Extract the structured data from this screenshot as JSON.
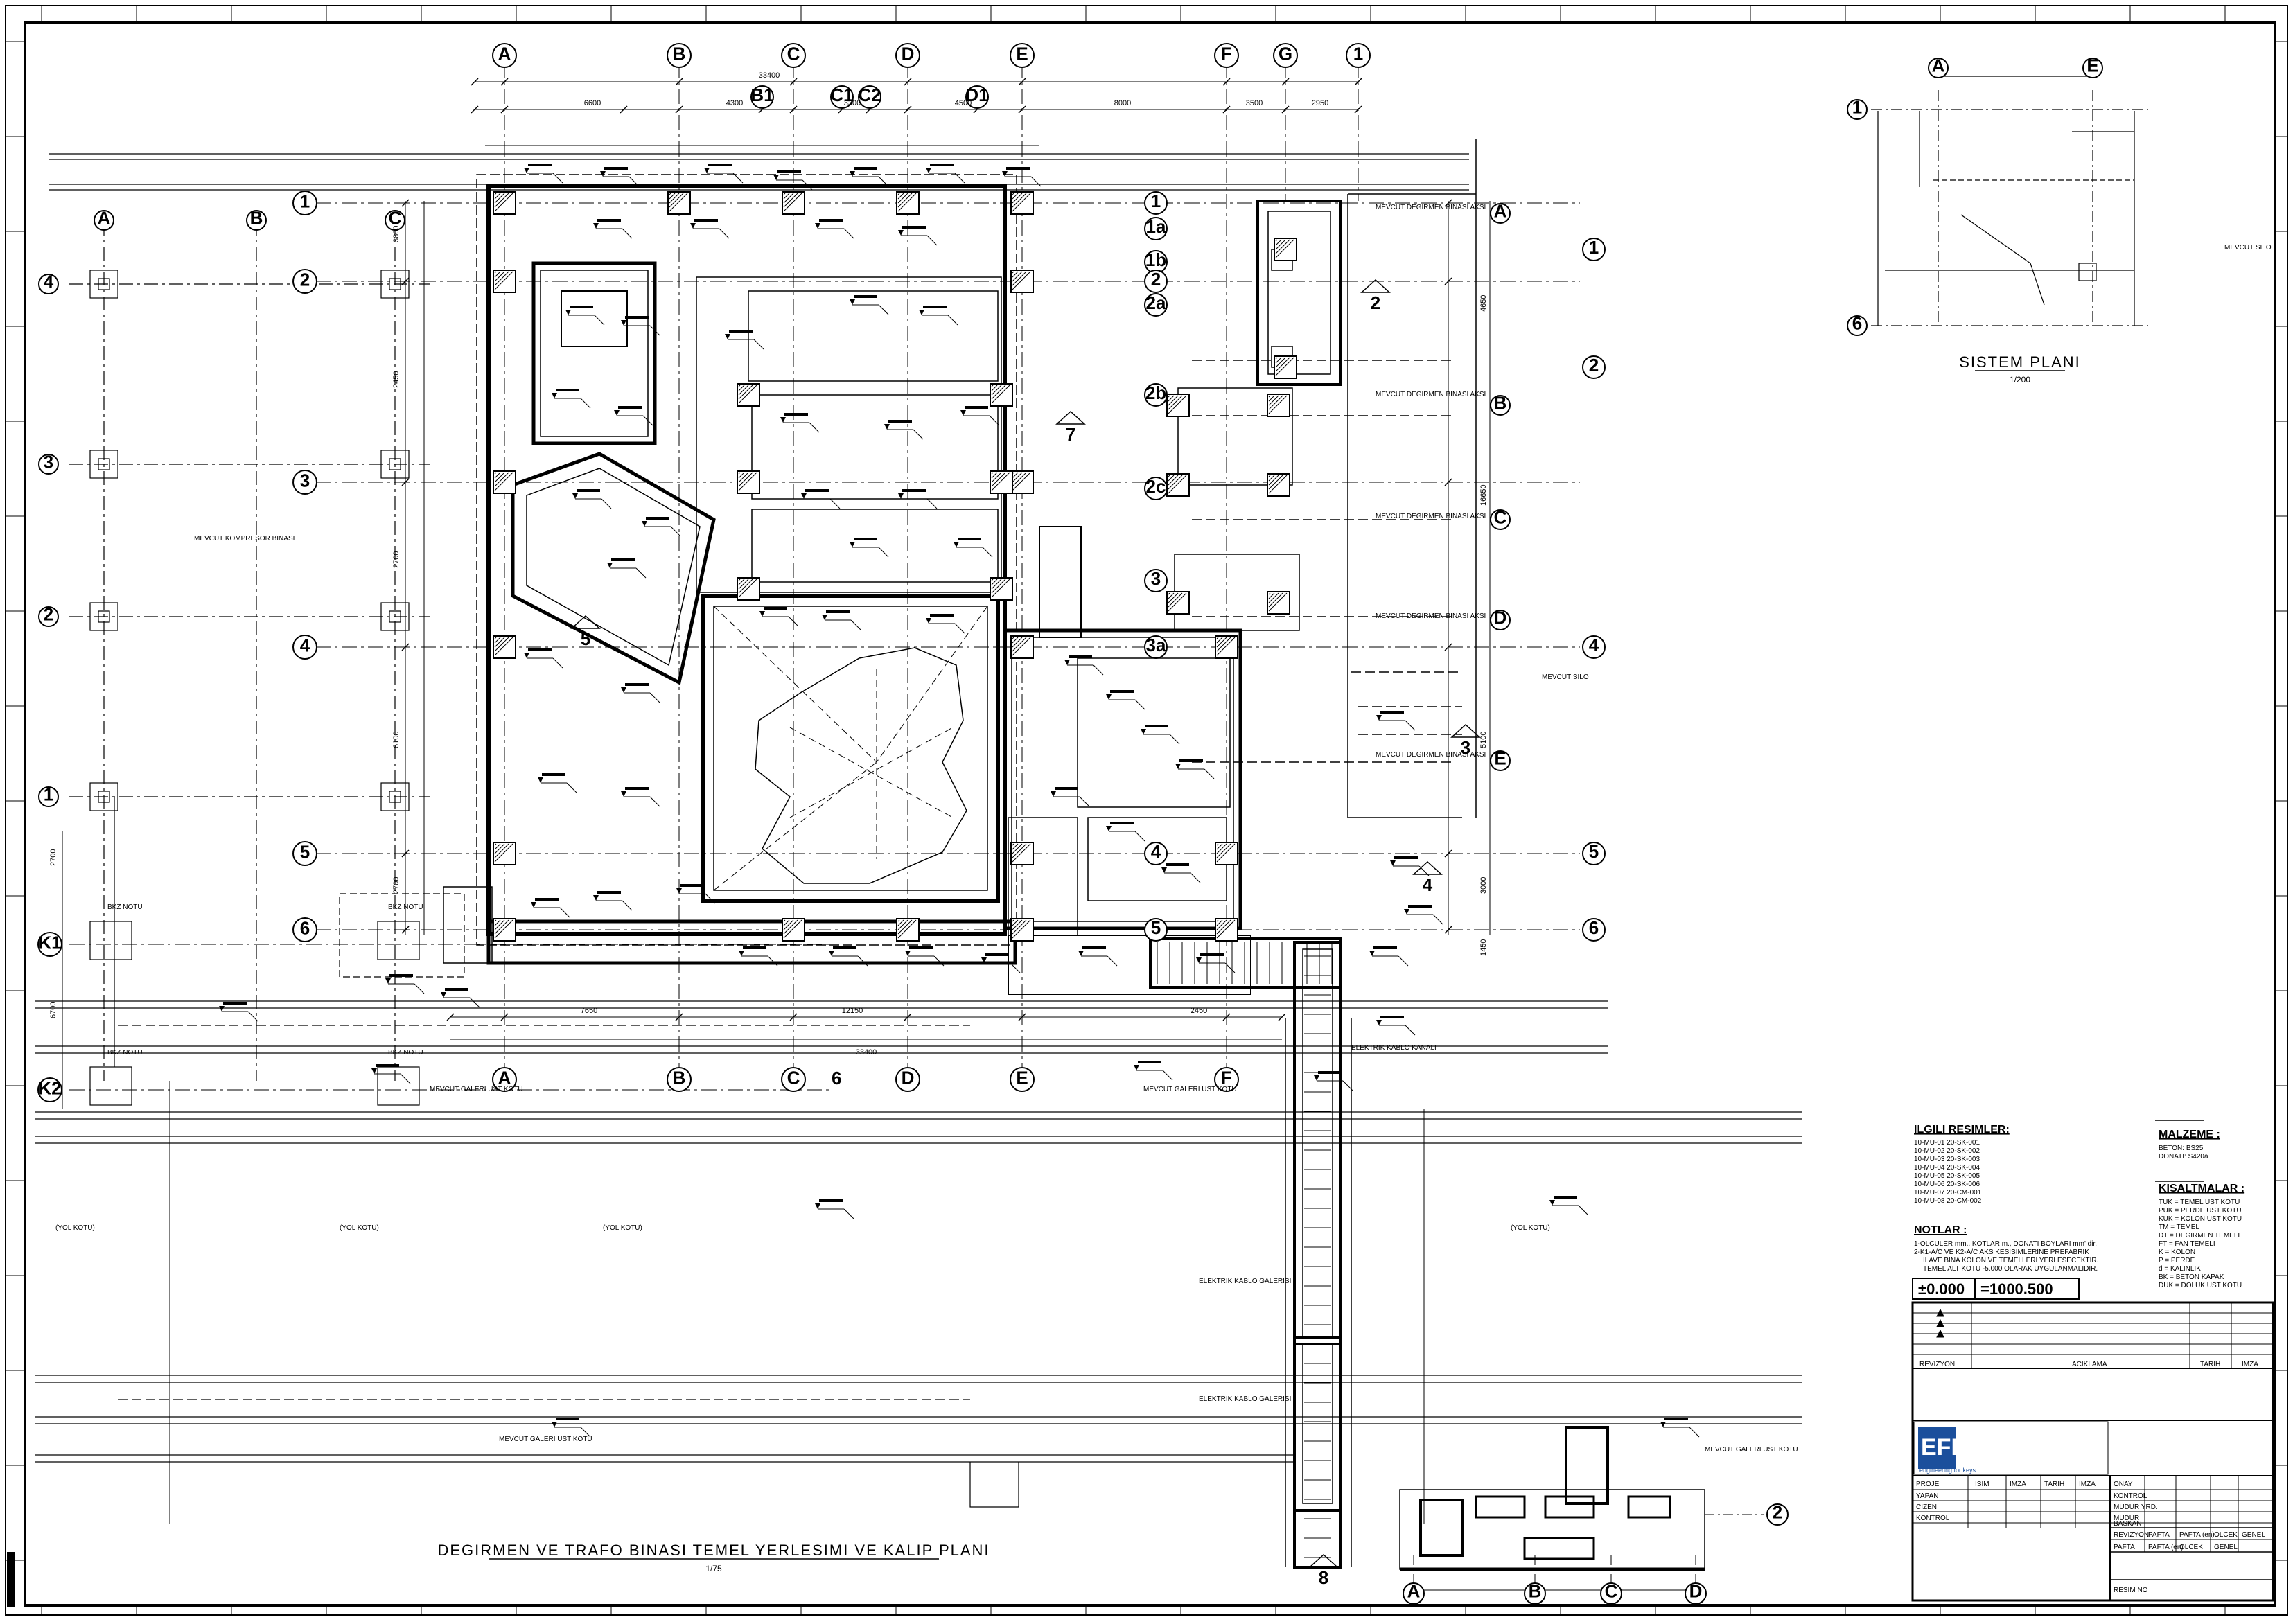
{
  "drawing": {
    "title": "DEGIRMEN VE TRAFO BINASI TEMEL YERLESIMI VE KALIP PLANI",
    "scale": "1/75",
    "system_plan_title": "SISTEM PLANI",
    "system_plan_scale": "1/200"
  },
  "axes": {
    "columns_top": [
      "A",
      "B",
      "C",
      "D",
      "E",
      "F",
      "G",
      "1"
    ],
    "columns_sub": [
      "B1",
      "C1",
      "C2",
      "D1"
    ],
    "columns_bottom": [
      "A",
      "B",
      "C",
      "6",
      "D",
      "E",
      "F"
    ],
    "rows_left": [
      "1",
      "2",
      "3",
      "4",
      "5",
      "6",
      "K1",
      "K2"
    ],
    "rows_right": [
      "1",
      "1a",
      "1b",
      "2",
      "2a",
      "2b",
      "2c",
      "3",
      "3a",
      "4",
      "5",
      "6"
    ],
    "far_left_grid_cols": [
      "A",
      "B",
      "C"
    ],
    "far_left_grid_rows": [
      "4",
      "3",
      "2",
      "1"
    ],
    "right_existing_rows": [
      "A",
      "B",
      "C",
      "D",
      "E"
    ],
    "right_existing_nums": [
      "1",
      "2",
      "4",
      "5",
      "6"
    ],
    "section_marks": [
      "2",
      "3",
      "4",
      "5",
      "7",
      "8"
    ],
    "mini_axes_cols": [
      "A",
      "E"
    ],
    "mini_axes_rows": [
      "1",
      "6"
    ],
    "small_section_cols": [
      "A",
      "B",
      "C",
      "D"
    ],
    "small_section_row": "2"
  },
  "dimensions": {
    "top_total": "33400",
    "top_parts": [
      "6600",
      "4300",
      "3300",
      "4500",
      "8000",
      "3500",
      "2950"
    ],
    "bottom_total": "33400",
    "bottom_parts": [
      "7650",
      "12150",
      "2450"
    ],
    "left_vertical": [
      "3800",
      "2450",
      "2700",
      "6100",
      "2700",
      "2700",
      "6700"
    ],
    "right_vertical": [
      "4650",
      "16650",
      "5100",
      "3000",
      "1450"
    ]
  },
  "labels": {
    "mevcut_kompresor": "MEVCUT KOMPRESOR BINASI",
    "mevcut_bina_aksi": "MEVCUT DEGIRMEN BINASI AKSI",
    "elektrik_kablo_kanali": "ELEKTRIK KABLO KANALI",
    "elektrik_kablo_galerisi": "ELEKTRIK KABLO GALERISI",
    "mevcut_galeri": "MEVCUT GALERI UST KOTU",
    "yol_kotu": "(YOL KOTU)",
    "mevcut_silo": "MEVCUT SILO",
    "bz_notu": "BKZ NOTU"
  },
  "references": {
    "title": "ILGILI RESIMLER:",
    "items": [
      "10-MU-01  20-SK-001",
      "10-MU-02  20-SK-002",
      "10-MU-03  20-SK-003",
      "10-MU-04  20-SK-004",
      "10-MU-05  20-SK-005",
      "10-MU-06  20-SK-006",
      "10-MU-07  20-CM-001",
      "10-MU-08  20-CM-002"
    ]
  },
  "material": {
    "title": "MALZEME :",
    "items": [
      "BETON: BS25",
      "DONATI: S420a"
    ]
  },
  "abbreviations": {
    "title": "KISALTMALAR :",
    "items": [
      "TUK  = TEMEL UST KOTU",
      "PUK  = PERDE UST KOTU",
      "KUK  = KOLON UST KOTU",
      "TM   = TEMEL",
      "DT   = DEGIRMEN TEMELI",
      "FT   = FAN TEMELI",
      "K    = KOLON",
      "P    = PERDE",
      "d    = KALINLIK",
      "BK   = BETON KAPAK",
      "DUK  = DOLUK UST KOTU"
    ]
  },
  "notes": {
    "title": "NOTLAR :",
    "items": [
      "1-OLCULER mm., KOTLAR m., DONATI BOYLARI mm' dir.",
      "2-K1-A/C VE K2-A/C AKS KESISIMLERINE PREFABRIK",
      "ILAVE BINA KOLON VE TEMELLERI YERLESECEKTIR.",
      "TEMEL ALT KOTU -5.000 OLARAK UYGULANMALIDIR."
    ]
  },
  "elevation_box": {
    "left": "±0.000",
    "right": "=1000.500"
  },
  "title_block": {
    "revision_headers": [
      "REVIZYON",
      "ACIKLAMA",
      "TARIH",
      "IMZA"
    ],
    "company_short": "EFK",
    "company_tagline": "engineering for keys",
    "sign_headers": [
      "ISIM",
      "IMZA",
      "TARIH",
      "IMZA"
    ],
    "sign_rows": [
      "PROJE",
      "YAPAN",
      "CIZEN",
      "KONTROL"
    ],
    "approve_rows": [
      "ONAY",
      "KONTROL",
      "MUDUR YRD.",
      "MUDUR",
      "BASKAN"
    ],
    "bottom_fields": [
      "REVIZYON",
      "PAFTA",
      "PAFTA (en)",
      "OLCEK",
      "GENEL"
    ],
    "bottom_row2": [
      "PAFTA",
      "PAFTA (en)",
      "OLCEK",
      "GENEL"
    ],
    "resim_no": "RESIM NO"
  }
}
